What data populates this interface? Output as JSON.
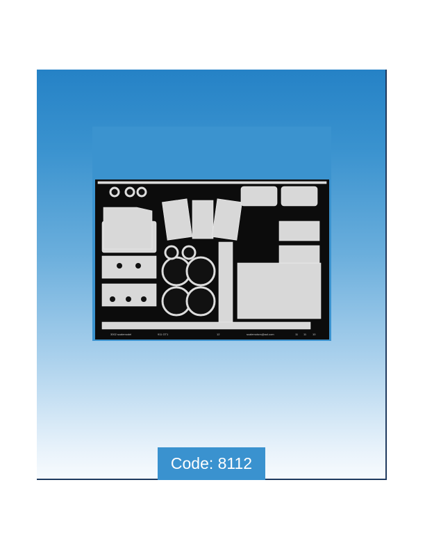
{
  "product": {
    "code_label": "Code: 8112",
    "fret_markings": {
      "brand": "3002 scalemodel",
      "model": "911 GT1",
      "sheet_number": "12",
      "email": "scalemotors@aol.com",
      "part_numbers": [
        "11",
        "11",
        "10"
      ]
    }
  },
  "colors": {
    "panel_top": "#2582c6",
    "panel_bottom": "#f7fbfe",
    "code_bg": "#3a92cf",
    "border": "#1f3a5f"
  }
}
